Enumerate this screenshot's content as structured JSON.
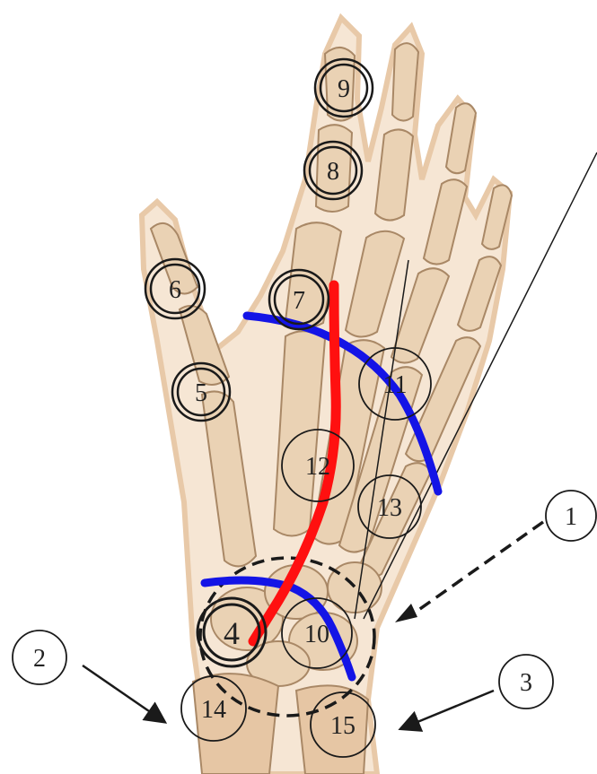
{
  "colors": {
    "background": "#ffffff",
    "skin_outline": "#e8c9a8",
    "bone_fill": "#ead2b4",
    "bone_stroke": "#a98866",
    "red_line": "#ff1010",
    "blue_line": "#1414e6",
    "marker_stroke": "#1a1a1a"
  },
  "double_markers": [
    {
      "label": "9"
    },
    {
      "label": "8"
    },
    {
      "label": "6"
    },
    {
      "label": "7"
    },
    {
      "label": "5"
    },
    {
      "label": "4"
    }
  ],
  "single_markers": [
    {
      "label": "11"
    },
    {
      "label": "12"
    },
    {
      "label": "13"
    },
    {
      "label": "10"
    },
    {
      "label": "14"
    },
    {
      "label": "15"
    }
  ],
  "callouts": [
    {
      "label": "1",
      "arrow": "dashed"
    },
    {
      "label": "2",
      "arrow": "solid"
    },
    {
      "label": "3",
      "arrow": "solid"
    }
  ],
  "icons": {
    "hand": "hand-skeleton-illustration"
  }
}
